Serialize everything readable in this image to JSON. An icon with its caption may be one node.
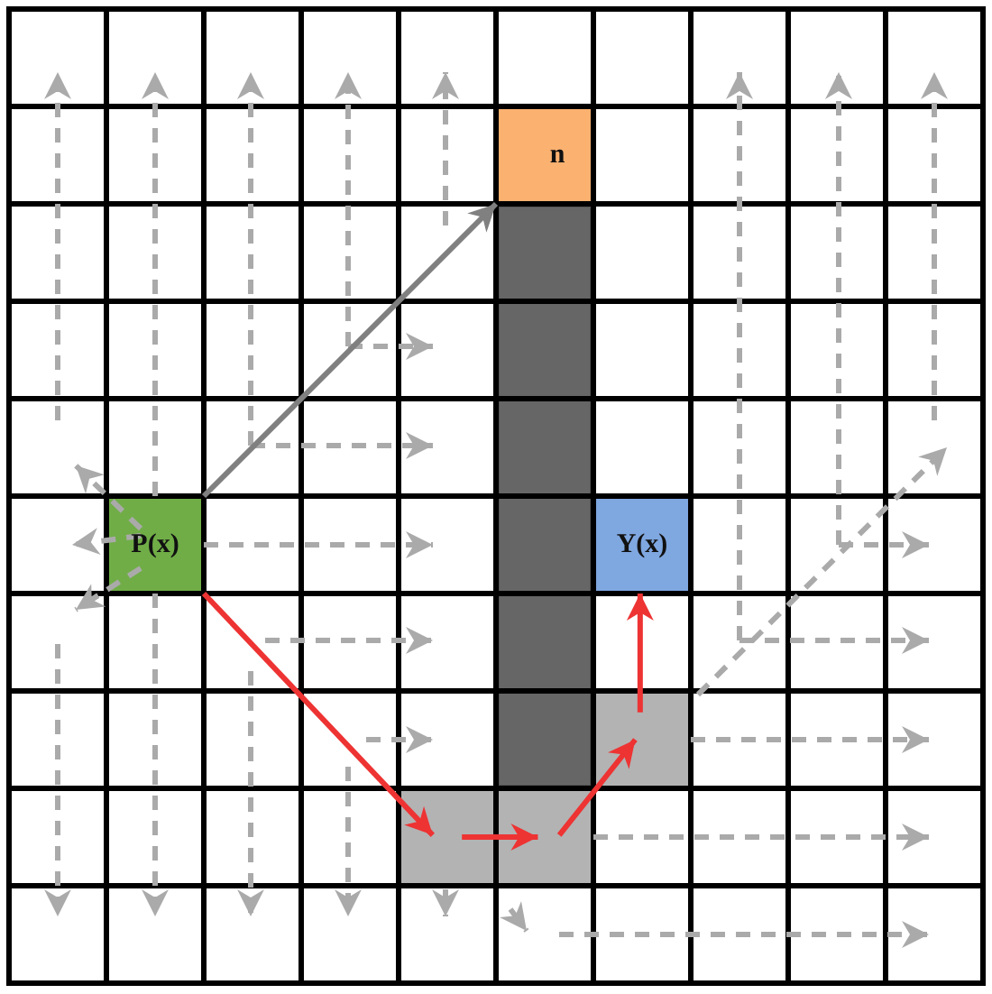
{
  "diagram": {
    "nodes": [
      {
        "text": [
          "n"
        ]
      },
      {
        "text": [],
        "shape": "bar"
      },
      {
        "text": [
          "P(x)"
        ]
      },
      {
        "text": [
          "Y(x)"
        ]
      },
      {
        "text": [],
        "shape": "box"
      },
      {
        "text": [],
        "shape": "box"
      },
      {
        "text": [],
        "shape": "box"
      }
    ],
    "edges": [
      {
        "from": 2,
        "to": 0,
        "arrow": "to",
        "color": "#808080"
      },
      {
        "from": 2,
        "to": 5,
        "arrow": "to"
      },
      {
        "from": 5,
        "to": 6,
        "arrow": "to"
      },
      {
        "from": 6,
        "to": 4,
        "arrow": "to"
      },
      {
        "from": 4,
        "to": 3,
        "arrow": "to"
      }
    ]
  }
}
